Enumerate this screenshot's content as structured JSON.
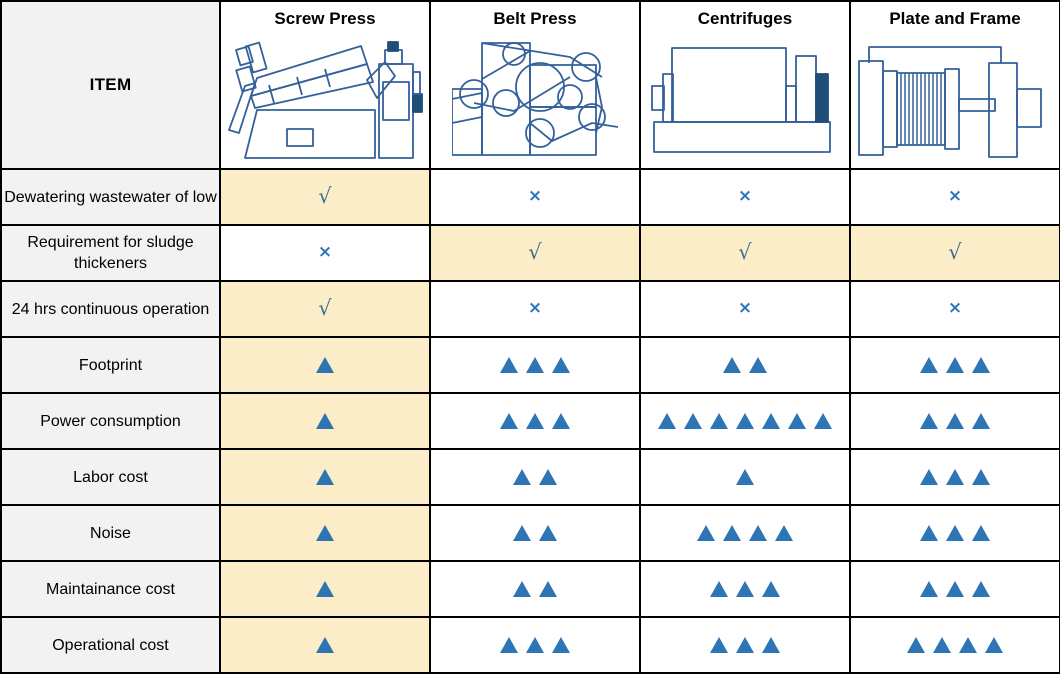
{
  "table": {
    "item_header": "ITEM",
    "columns": [
      {
        "name": "Screw Press",
        "icon": "screw-press-diagram"
      },
      {
        "name": "Belt Press",
        "icon": "belt-press-diagram"
      },
      {
        "name": "Centrifuges",
        "icon": "centrifuge-diagram"
      },
      {
        "name": "Plate and Frame",
        "icon": "plate-and-frame-diagram"
      }
    ],
    "marks": {
      "check": "√",
      "cross": "×",
      "rating": "triangle"
    },
    "colors": {
      "highlight": "#FCEDC9",
      "label_bg": "#F2F2F2",
      "mark_blue": "#2E75B6",
      "check_blue": "#3D6E94",
      "diagram_line": "#34609B",
      "diagram_fill": "#1F4E79",
      "border": "#000000"
    },
    "rows": [
      {
        "label": "Dewatering wastewater of low",
        "type": "mark",
        "cells": [
          {
            "mark": "check",
            "highlight": true
          },
          {
            "mark": "cross",
            "highlight": false
          },
          {
            "mark": "cross",
            "highlight": false
          },
          {
            "mark": "cross",
            "highlight": false
          }
        ]
      },
      {
        "label": "Requirement for sludge thickeners",
        "type": "mark",
        "cells": [
          {
            "mark": "cross",
            "highlight": false
          },
          {
            "mark": "check",
            "highlight": true
          },
          {
            "mark": "check",
            "highlight": true
          },
          {
            "mark": "check",
            "highlight": true
          }
        ]
      },
      {
        "label": "24 hrs continuous operation",
        "type": "mark",
        "cells": [
          {
            "mark": "check",
            "highlight": true
          },
          {
            "mark": "cross",
            "highlight": false
          },
          {
            "mark": "cross",
            "highlight": false
          },
          {
            "mark": "cross",
            "highlight": false
          }
        ]
      },
      {
        "label": "Footprint",
        "type": "rating",
        "cells": [
          {
            "count": 1,
            "highlight": true
          },
          {
            "count": 3,
            "highlight": false
          },
          {
            "count": 2,
            "highlight": false
          },
          {
            "count": 3,
            "highlight": false
          }
        ]
      },
      {
        "label": "Power consumption",
        "type": "rating",
        "cells": [
          {
            "count": 1,
            "highlight": true
          },
          {
            "count": 3,
            "highlight": false
          },
          {
            "count": 7,
            "highlight": false
          },
          {
            "count": 3,
            "highlight": false
          }
        ]
      },
      {
        "label": "Labor cost",
        "type": "rating",
        "cells": [
          {
            "count": 1,
            "highlight": true
          },
          {
            "count": 2,
            "highlight": false
          },
          {
            "count": 1,
            "highlight": false
          },
          {
            "count": 3,
            "highlight": false
          }
        ]
      },
      {
        "label": "Noise",
        "type": "rating",
        "cells": [
          {
            "count": 1,
            "highlight": true
          },
          {
            "count": 2,
            "highlight": false
          },
          {
            "count": 4,
            "highlight": false
          },
          {
            "count": 3,
            "highlight": false
          }
        ]
      },
      {
        "label": "Maintainance cost",
        "type": "rating",
        "cells": [
          {
            "count": 1,
            "highlight": true
          },
          {
            "count": 2,
            "highlight": false
          },
          {
            "count": 3,
            "highlight": false
          },
          {
            "count": 3,
            "highlight": false
          }
        ]
      },
      {
        "label": "Operational cost",
        "type": "rating",
        "cells": [
          {
            "count": 1,
            "highlight": true
          },
          {
            "count": 3,
            "highlight": false
          },
          {
            "count": 3,
            "highlight": false
          },
          {
            "count": 4,
            "highlight": false
          }
        ]
      }
    ]
  }
}
